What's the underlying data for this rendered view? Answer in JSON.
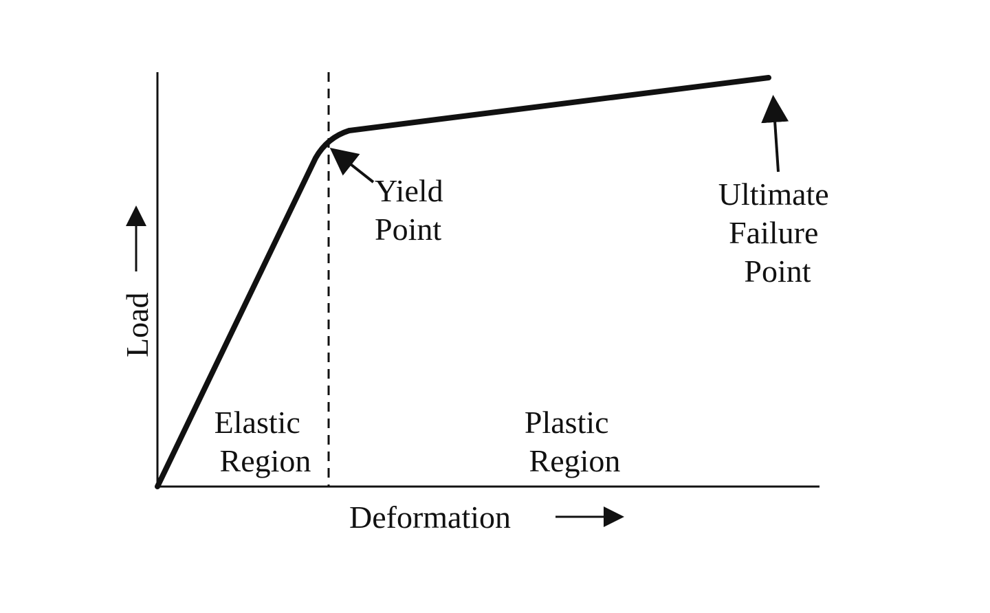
{
  "axes": {
    "x_label": "Deformation",
    "y_label": "Load"
  },
  "regions": {
    "elastic": [
      "Elastic",
      "Region"
    ],
    "plastic": [
      "Plastic",
      "Region"
    ]
  },
  "annotations": {
    "yield_point": [
      "Yield",
      "Point"
    ],
    "ultimate_failure_point": [
      "Ultimate",
      "Failure",
      "Point"
    ]
  },
  "colors": {
    "ink": "#111111",
    "background": "#ffffff"
  }
}
